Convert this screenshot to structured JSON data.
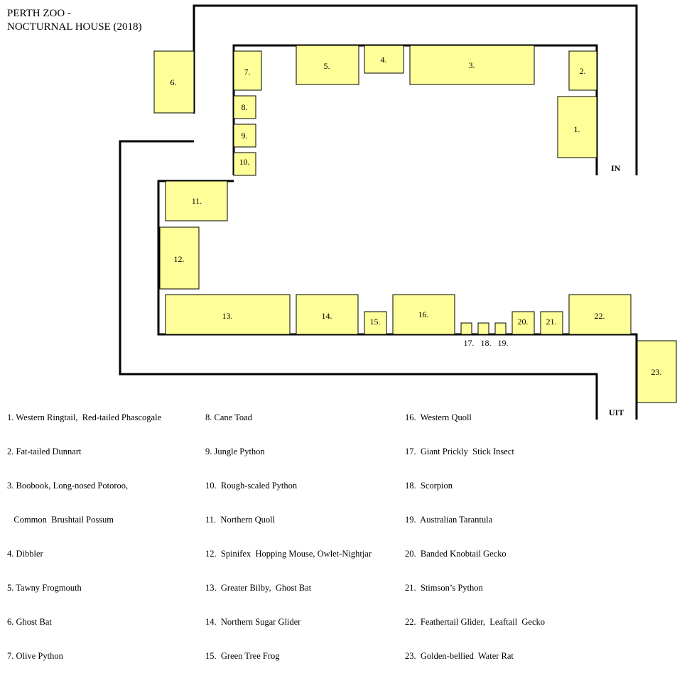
{
  "title": {
    "line1": "PERTH  ZOO -",
    "line2": "NOCTURNAL HOUSE (2018)"
  },
  "signs": {
    "entrance": "IN",
    "exit": "UIT"
  },
  "enclosure_labels": {
    "e1": "1.",
    "e2": "2.",
    "e3": "3.",
    "e4": "4.",
    "e5": "5.",
    "e6": "6.",
    "e7": "7.",
    "e8": "8.",
    "e9": "9.",
    "e10": "10.",
    "e11": "11.",
    "e12": "12.",
    "e13": "13.",
    "e14": "14.",
    "e15": "15.",
    "e16": "16.",
    "e17": "17.",
    "e18": "18.",
    "e19": "19.",
    "e20": "20.",
    "e21": "21.",
    "e22": "22.",
    "e23": "23."
  },
  "colors": {
    "enclosure_fill": "#ffff99",
    "wall": "#000000"
  },
  "legend": {
    "col1": [
      "1. Western Ringtail,  Red-tailed Phascogale",
      "2. Fat-tailed Dunnart",
      "3. Boobook, Long-nosed Potoroo,",
      "   Common  Brushtail Possum",
      "4. Dibbler",
      "5. Tawny Frogmouth",
      "6. Ghost Bat",
      "7. Olive Python"
    ],
    "col2": [
      "8. Cane Toad",
      "9. Jungle Python",
      "10.  Rough-scaled Python",
      "11.  Northern Quoll",
      "12.  Spinifex  Hopping Mouse, Owlet-Nightjar",
      "13.  Greater Bilby,  Ghost Bat",
      "14.  Northern Sugar Glider",
      "15.  Green Tree Frog"
    ],
    "col3": [
      "16.  Western Quoll",
      "17.  Giant Prickly  Stick Insect",
      "18.  Scorpion",
      "19.  Australian Tarantula",
      "20.  Banded Knobtail Gecko",
      "21.  Stimson’s Python",
      "22.  Feathertail Glider,  Leaftail  Gecko",
      "23.  Golden-bellied  Water Rat"
    ]
  }
}
